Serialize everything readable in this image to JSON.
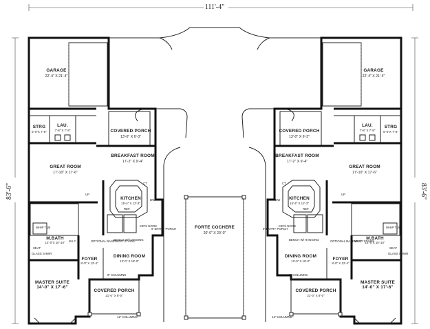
{
  "overall": {
    "width": "111'-4\"",
    "depth": "83'-6\""
  },
  "center": {
    "name": "FORTE COCHERE",
    "size": "20'-0\" X 20'-0\""
  },
  "units": {
    "left": {
      "garage": {
        "name": "GARAGE",
        "size": "22'-4\" X 21'-4\""
      },
      "strg": {
        "name": "STRG",
        "size": "6'-0\"X 7'-6\""
      },
      "lau": {
        "name": "LAU.",
        "size": "7'-8\" X 7'-8\""
      },
      "porch": {
        "name": "COVERED PORCH",
        "size": "13'-0\" X 6'-3\""
      },
      "breakfast": {
        "name": "BREAKFAST ROOM",
        "size": "17'-2\" X 9'-4\""
      },
      "great": {
        "name": "GREAT ROOM",
        "size": "17'-10\" X 17'-6\""
      },
      "kitchen": {
        "name": "KITCHEN",
        "size": "15'-4\" X 12'-3\""
      },
      "ref": "REF.",
      "dw": "DW",
      "ct": "CT",
      "up": "UP",
      "bench": "BENCH W/ HANGING",
      "kids": "KID'S NOOK",
      "entry": "9' ENTRY PORCH",
      "basement": "OPTIONAL BASEMENT STAIRS",
      "mbath": {
        "name": "M.BATH",
        "size": "14'-0\"X 10'-10\""
      },
      "whirl": "WHIP TUB",
      "seat": "SEAT",
      "glass": "GLASS SHWR",
      "wic": "W.I.C.",
      "foyer": {
        "name": "FOYER",
        "size": "8'-0\" X 12'-4\""
      },
      "dining": {
        "name": "DINING ROOM",
        "size": "12'-0\" X 18'-0\""
      },
      "master": {
        "name": "MASTER SUITE",
        "size": "14'-0\" X 17'-6\""
      },
      "porch2": {
        "name": "COVERED PORCH",
        "size": "21'-0\" X 8'-0\""
      },
      "cols8": "8\" COLUMNS",
      "cols12": "12\" COLUMNS"
    },
    "right": {
      "garage": {
        "name": "GARAGE",
        "size": "22'-4\" X 21'-4\""
      },
      "strg": {
        "name": "STRG",
        "size": "6'-0\"X 7'-6\""
      },
      "lau": {
        "name": "LAU.",
        "size": "7'-8\" X 7'-8\""
      },
      "porch": {
        "name": "COVERED PORCH",
        "size": "13'-0\" X 6'-3\""
      },
      "breakfast": {
        "name": "BREAKFAST ROOM",
        "size": "17'-2\" X 9'-4\""
      },
      "great": {
        "name": "GREAT ROOM",
        "size": "17'-10\" X 17'-6\""
      },
      "kitchen": {
        "name": "KITCHEN",
        "size": "15'-4\" X 12'-3\""
      },
      "ref": "REF.",
      "dw": "DW",
      "ct": "CT",
      "up": "UP",
      "bench": "BENCH W/ HANGING",
      "kids": "KID'S NOOK",
      "entry": "9' ENTRY PORCH",
      "basement": "OPTIONAL BASEMENT STAIRS",
      "mbath": {
        "name": "M.BATH",
        "size": "14'-0\"X 10'-10\""
      },
      "whirl": "WHIP TUB",
      "seat": "SEAT",
      "glass": "GLASS SHWR",
      "wic": "W.I.C.",
      "foyer": {
        "name": "FOYER",
        "size": "8'-0\" X 12'-4\""
      },
      "dining": {
        "name": "DINING ROOM",
        "size": "12'-0\" X 18'-0\""
      },
      "master": {
        "name": "MASTER SUITE",
        "size": "14'-0\" X 17'-6\""
      },
      "porch2": {
        "name": "COVERED PORCH",
        "size": "21'-0\" X 8'-0\""
      },
      "cols8": "8\" COLUMNS",
      "cols12": "12\" COLUMNS"
    }
  }
}
